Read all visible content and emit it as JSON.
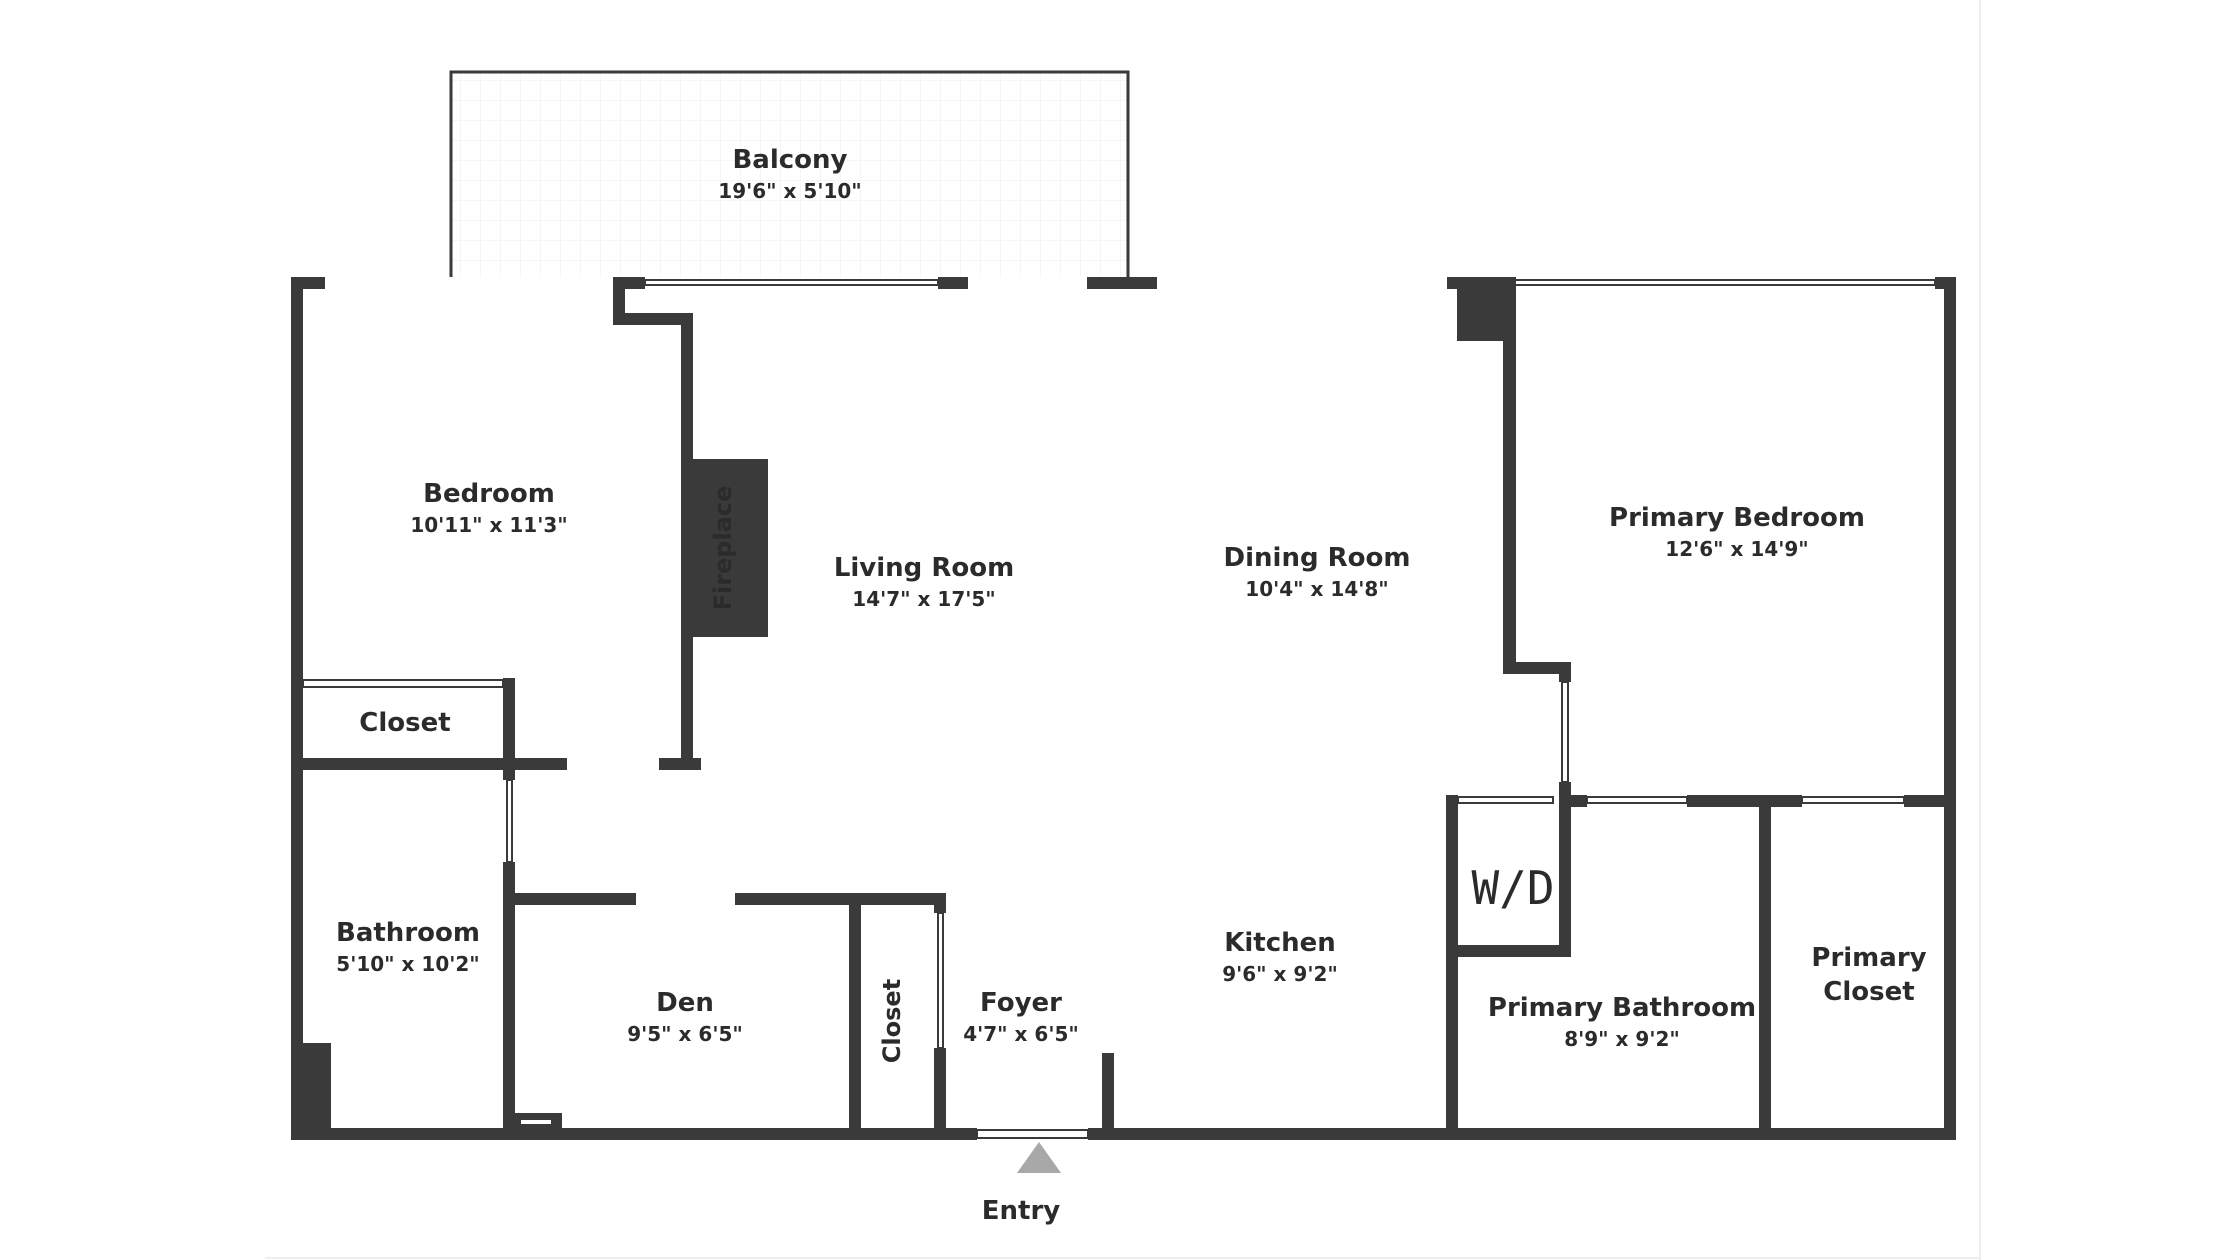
{
  "rooms": {
    "balcony": {
      "name": "Balcony",
      "dims": "19'6\" x 5'10\""
    },
    "bedroom": {
      "name": "Bedroom",
      "dims": "10'11\" x 11'3\""
    },
    "living_room": {
      "name": "Living Room",
      "dims": "14'7\" x 17'5\""
    },
    "dining_room": {
      "name": "Dining Room",
      "dims": "10'4\" x 14'8\""
    },
    "primary_bedroom": {
      "name": "Primary Bedroom",
      "dims": "12'6\" x 14'9\""
    },
    "closet_bedroom": {
      "name": "Closet"
    },
    "bathroom": {
      "name": "Bathroom",
      "dims": "5'10\" x 10'2\""
    },
    "den": {
      "name": "Den",
      "dims": "9'5\" x 6'5\""
    },
    "closet_foyer": {
      "name": "Closet"
    },
    "foyer": {
      "name": "Foyer",
      "dims": "4'7\" x 6'5\""
    },
    "kitchen": {
      "name": "Kitchen",
      "dims": "9'6\" x 9'2\""
    },
    "washer_dryer": {
      "name": "W/D"
    },
    "primary_bathroom": {
      "name": "Primary Bathroom",
      "dims": "8'9\" x 9'2\""
    },
    "primary_closet": {
      "name_line1": "Primary",
      "name_line2": "Closet"
    }
  },
  "fireplace": {
    "label": "Fireplace"
  },
  "entry": {
    "label": "Entry"
  },
  "colors": {
    "wall": "#3a3a3a",
    "background": "#ffffff",
    "text": "#2b2b2b",
    "grid": "#e6e6e6",
    "entry_marker": "#a8a8a8"
  }
}
